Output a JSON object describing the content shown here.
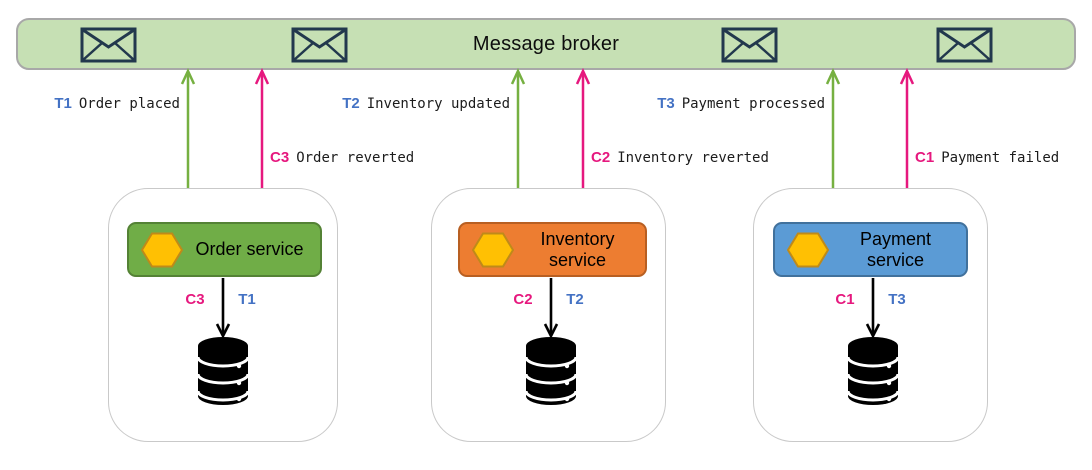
{
  "broker": {
    "label": "Message broker",
    "fill": "#c6e0b4",
    "envelope_icons": 4
  },
  "flows": [
    {
      "prefix": "T1",
      "label": "Order placed",
      "type": "transaction"
    },
    {
      "prefix": "C3",
      "label": "Order reverted",
      "type": "compensation"
    },
    {
      "prefix": "T2",
      "label": "Inventory updated",
      "type": "transaction"
    },
    {
      "prefix": "C2",
      "label": "Inventory reverted",
      "type": "compensation"
    },
    {
      "prefix": "T3",
      "label": "Payment processed",
      "type": "transaction"
    },
    {
      "prefix": "C1",
      "label": "Payment failed",
      "type": "compensation"
    }
  ],
  "services": [
    {
      "name": "Order service",
      "transaction": "T1",
      "compensation": "C3",
      "color": "#70ad47"
    },
    {
      "name": "Inventory service",
      "transaction": "T2",
      "compensation": "C2",
      "color": "#ed7d31"
    },
    {
      "name": "Payment service",
      "transaction": "T3",
      "compensation": "C1",
      "color": "#5b9bd5"
    }
  ],
  "colors": {
    "broker_fill": "#c6e0b4",
    "transaction_arrow_green": "#76b041",
    "compensation_arrow_pink": "#e6187e",
    "transaction_label_blue": "#4472c4",
    "hexagon_yellow": "#ffc003",
    "envelope_navy": "#22384d"
  },
  "icons": {
    "broker": "envelope-icon",
    "service": "hexagon-icon",
    "datastore": "database-icon"
  }
}
